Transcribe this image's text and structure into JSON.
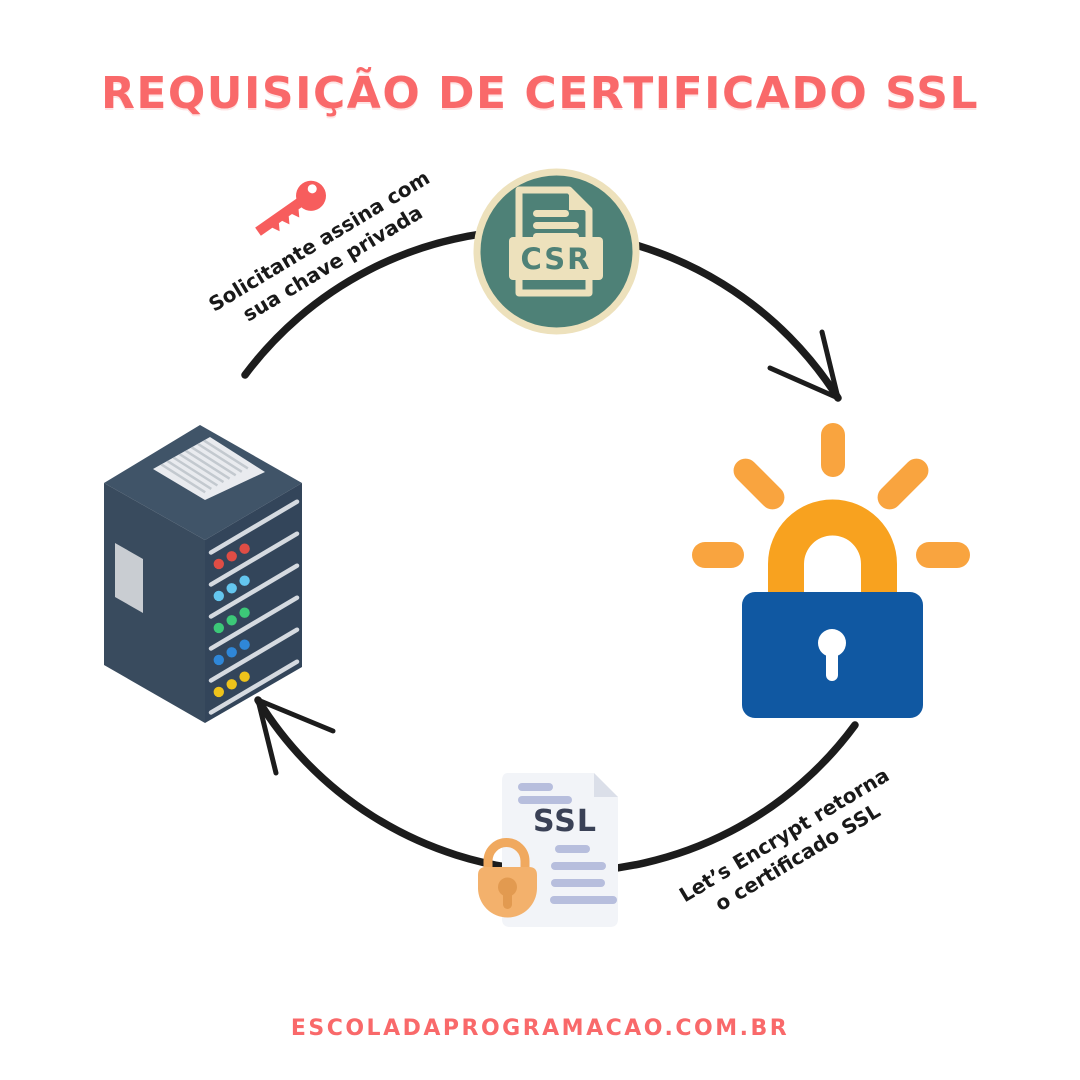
{
  "title": "REQUISIÇÃO DE CERTIFICADO SSL",
  "footer": "ESCOLADAPROGRAMACAO.COM.BR",
  "annotations": {
    "sign": {
      "line1": "Solicitante assina com",
      "line2": "sua chave privada"
    },
    "return": {
      "line1": "Let’s Encrypt retorna",
      "line2": "o certificado SSL"
    }
  },
  "nodes": {
    "csr": {
      "label": "CSR",
      "icon": "csr-file-icon"
    },
    "certificate_authority": {
      "icon": "lets-encrypt-lock-icon"
    },
    "server": {
      "icon": "server-rack-icon"
    },
    "ssl_certificate": {
      "label": "SSL",
      "icon": "ssl-certificate-icon"
    }
  },
  "key": {
    "icon": "private-key-icon"
  },
  "flow": {
    "arrow_top": "csr-to-certificate-authority",
    "arrow_bottom": "certificate-authority-to-server"
  },
  "colors": {
    "accent_coral": "#F9696A",
    "arrow_black": "#1C1C1C",
    "csr_teal": "#4E8177",
    "csr_cream": "#EDE1BC",
    "lock_blue": "#1058A2",
    "lock_orange": "#F9A43F",
    "server_navy": "#394B5E",
    "led_red": "#DF4D45",
    "led_sky": "#64C6EF",
    "led_green": "#3CC878",
    "led_blue": "#2F87D8",
    "led_yellow": "#EEC31B",
    "doc_lavender": "#B7BEDD",
    "padlock_orange": "#F3B16C",
    "key_red": "#F75D5D"
  }
}
